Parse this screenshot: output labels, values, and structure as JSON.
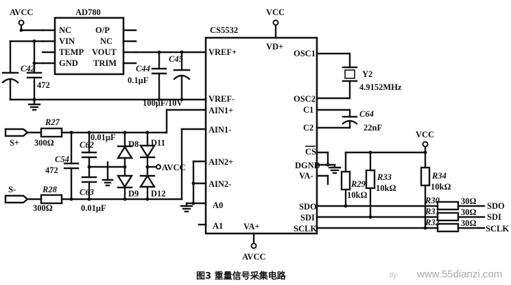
{
  "chips": {
    "ad780": {
      "name": "AD780",
      "pins_left": [
        "NC",
        "VIN",
        "TEMP",
        "GND"
      ],
      "pins_right": [
        "O/P",
        "NC",
        "VOUT",
        "TRIM"
      ]
    },
    "cs5532": {
      "name": "CS5532",
      "pins_left": [
        "VREF+",
        "VREF-",
        "AIN1+",
        "AIN1-",
        "AIN2+",
        "AIN2-",
        "A0",
        "A1"
      ],
      "pins_right": [
        "OSC1",
        "OSC2",
        "C1",
        "C2",
        "CS",
        "DGND",
        "VA-",
        "SDO",
        "SDI",
        "SCLK"
      ],
      "pins_top": [
        "VD+"
      ],
      "pins_bottom": [
        "VA+"
      ]
    }
  },
  "rails": {
    "avcc": "AVCC",
    "vcc": "VCC"
  },
  "components": {
    "c42": {
      "ref": "C42",
      "value": "472"
    },
    "c44": {
      "ref": "C44",
      "value": "0.1μF"
    },
    "c45": {
      "ref": "C45",
      "value": "100μF/10V"
    },
    "c54": {
      "ref": "C54",
      "value": "472"
    },
    "c62": {
      "ref": "C62",
      "value": "0.01μF"
    },
    "c63": {
      "ref": "C63",
      "value": "0.01μF"
    },
    "c64": {
      "ref": "C64",
      "value": "22nF"
    },
    "y2": {
      "ref": "Y2",
      "value": "4.9152MHz"
    },
    "r27": {
      "ref": "R27",
      "value": "300Ω"
    },
    "r28": {
      "ref": "R28",
      "value": "300Ω"
    },
    "r29": {
      "ref": "R29",
      "value": "10kΩ"
    },
    "r33": {
      "ref": "R33",
      "value": "10kΩ"
    },
    "r34": {
      "ref": "R34",
      "value": "10kΩ"
    },
    "r30": {
      "ref": "R30",
      "value": "30Ω"
    },
    "r31": {
      "ref": "R31",
      "value": "30Ω"
    },
    "r32": {
      "ref": "R32",
      "value": "30Ω"
    },
    "d8": {
      "ref": "D8"
    },
    "d9": {
      "ref": "D9"
    },
    "d11": {
      "ref": "D11"
    },
    "d12": {
      "ref": "D12"
    }
  },
  "inputs": {
    "s_plus": "S+",
    "s_minus": "S-"
  },
  "signals": {
    "sdo": "SDO",
    "sdi": "SDI",
    "sclk": "SCLK"
  },
  "caption": "图3  重量信号采集电路",
  "watermark": {
    "site": "www.55dianzi.com",
    "mark": "tly"
  }
}
